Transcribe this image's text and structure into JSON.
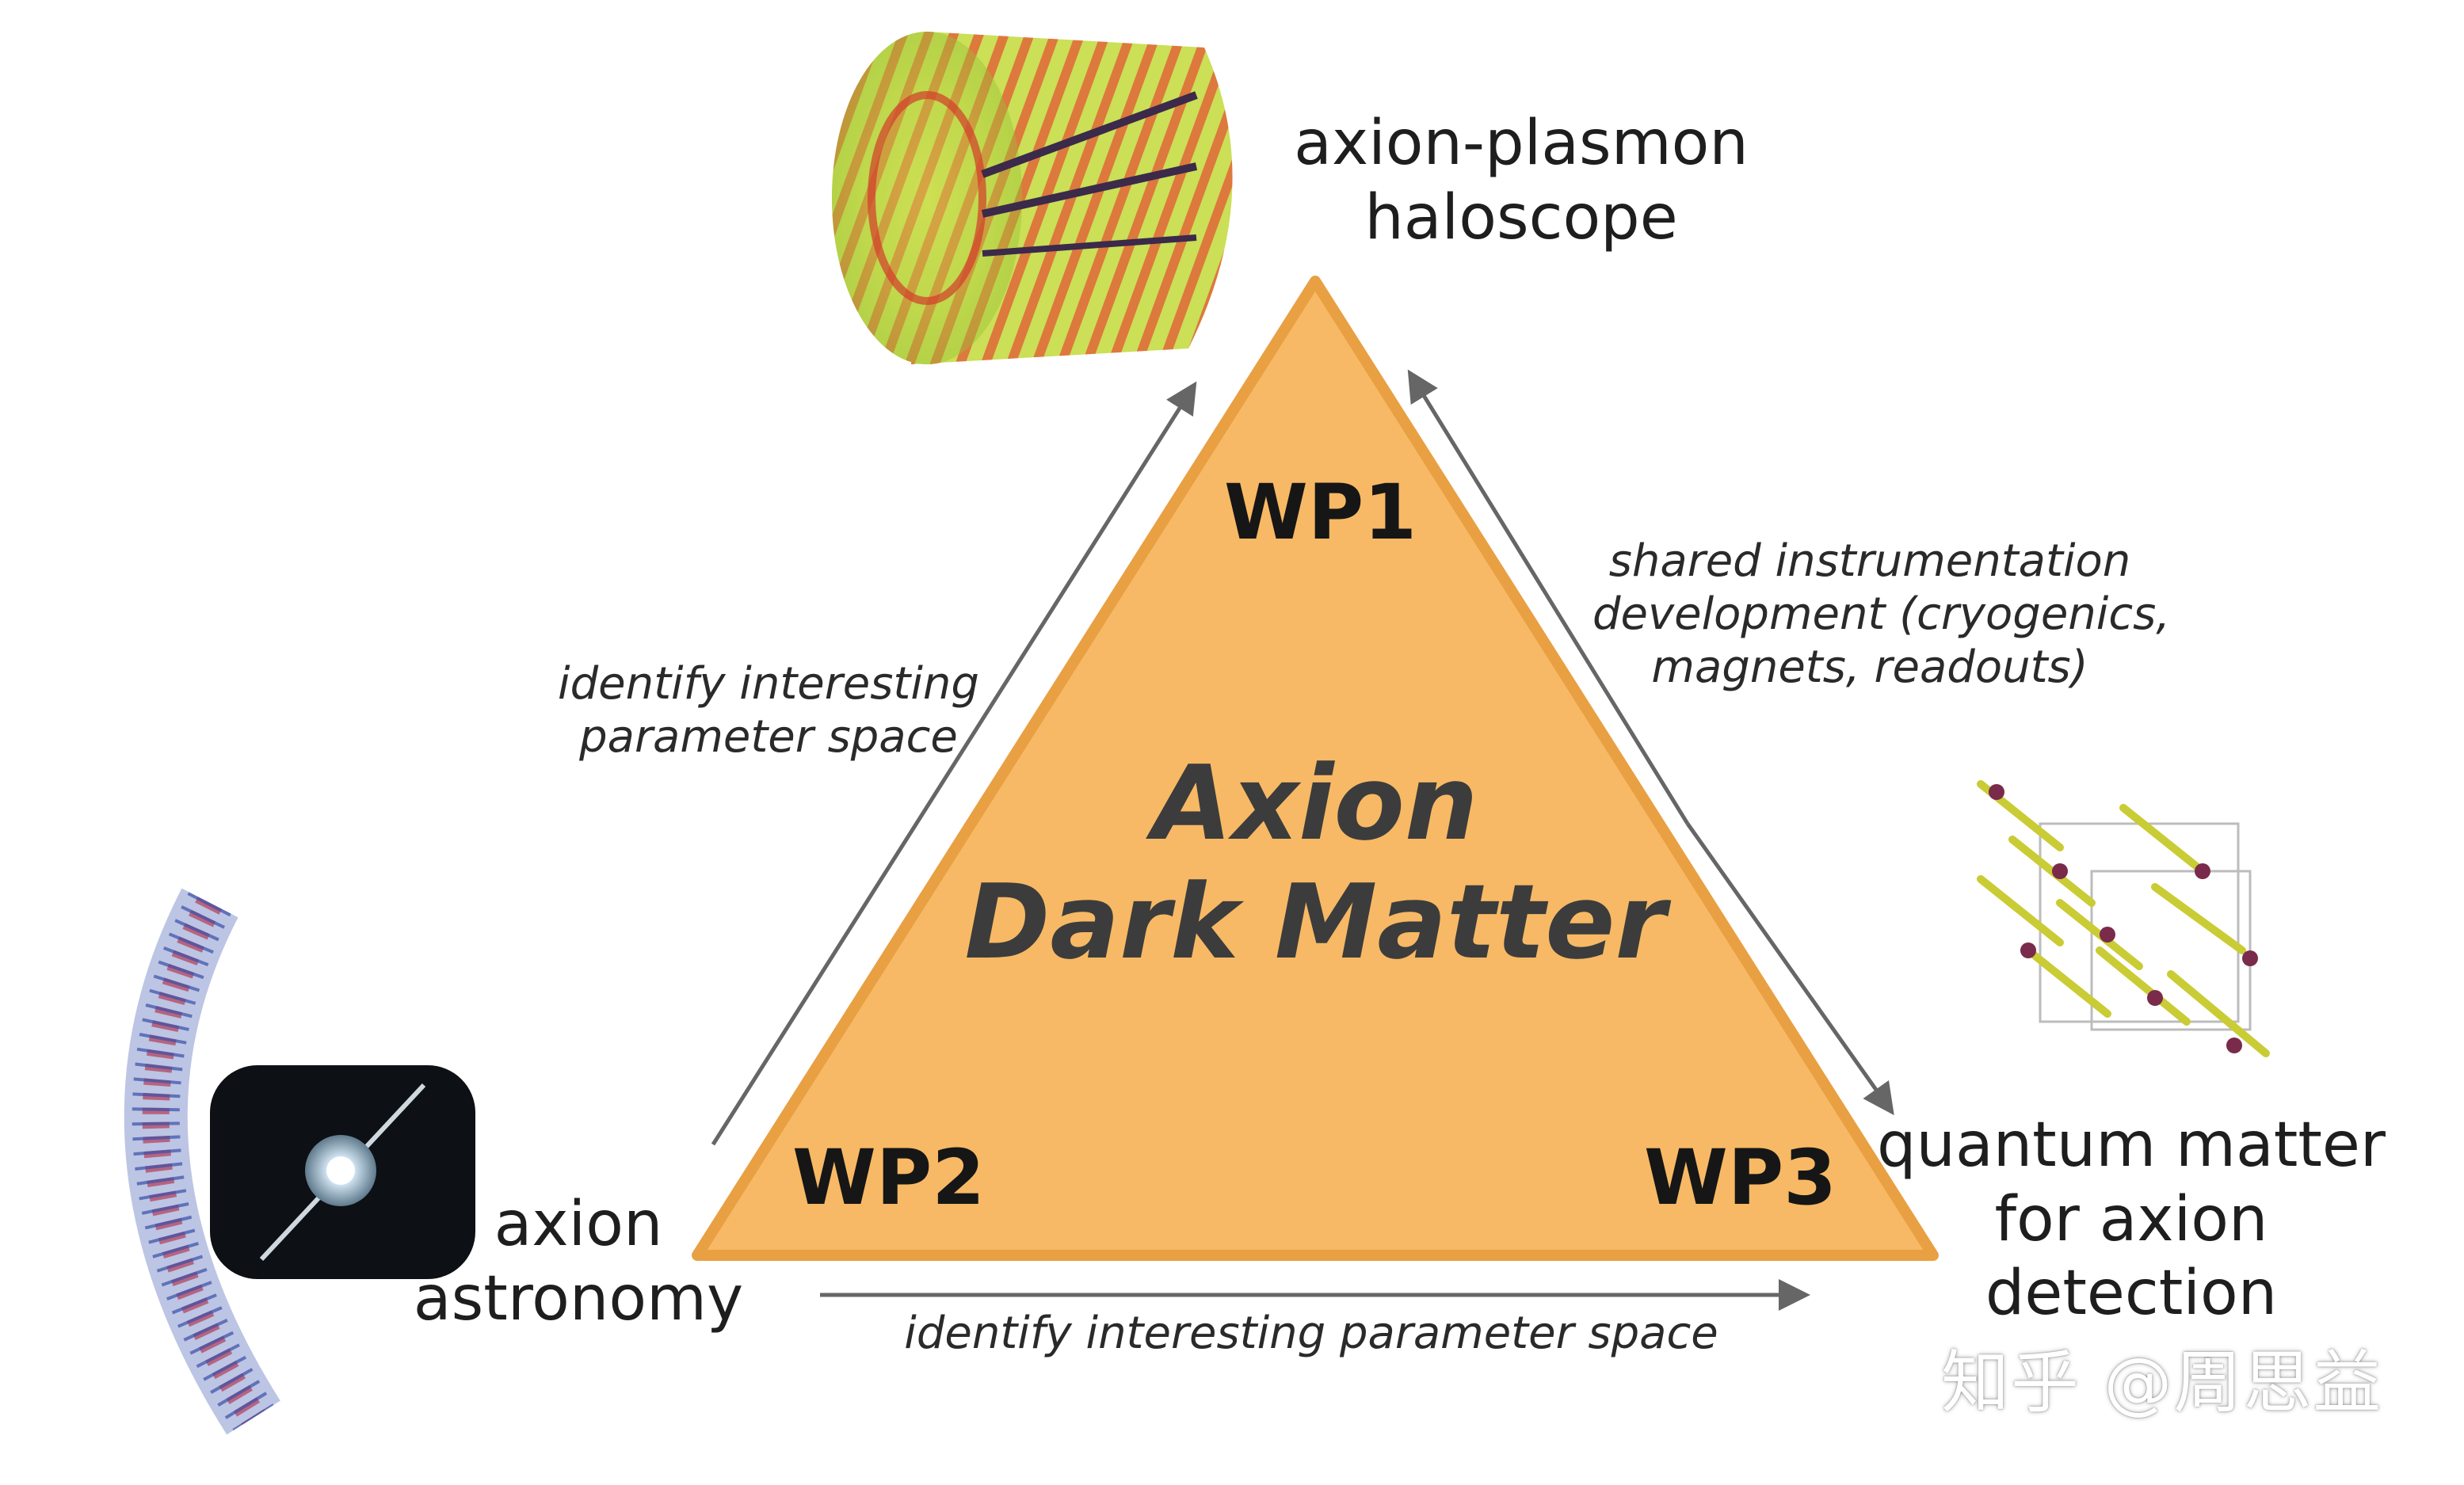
{
  "diagram": {
    "center_title_line1": "Axion",
    "center_title_line2": "Dark Matter",
    "wp1": "WP1",
    "wp2": "WP2",
    "wp3": "WP3",
    "nodes": {
      "top_line1": "axion-plasmon",
      "top_line2": "haloscope",
      "left_line1": "axion",
      "left_line2": "astronomy",
      "right_line1": "quantum matter",
      "right_line2": "for axion",
      "right_line3": "detection"
    },
    "edges": {
      "left_line1": "identify interesting",
      "left_line2": "parameter space",
      "right_line1": "shared instrumentation",
      "right_line2": "development (cryogenics,",
      "right_line3": "magnets, readouts)",
      "bottom": "identify interesting parameter space"
    }
  },
  "watermark": "知乎 @周思益",
  "colors": {
    "triangle_fill": "#F7B965",
    "triangle_stroke": "#E8A043",
    "arrow": "#666666",
    "text": "#1e1e1e",
    "title": "#3c3c3c"
  },
  "icons": [
    "cylinder-haloscope-icon",
    "neutron-star-icon",
    "pulsar-data-arc-icon",
    "crystal-lattice-icon"
  ]
}
